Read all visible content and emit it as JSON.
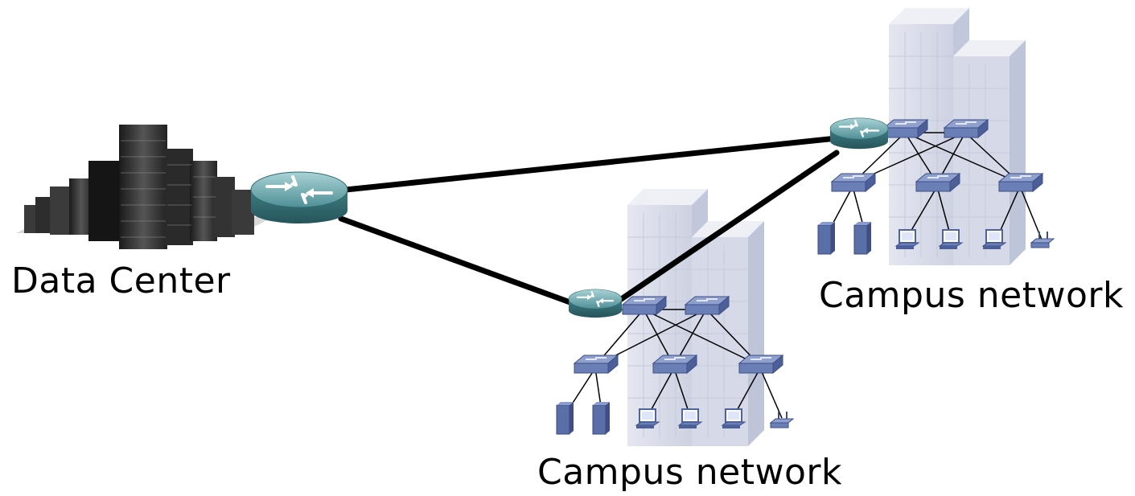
{
  "labels": {
    "data_center": "Data Center",
    "campus_1": "Campus network",
    "campus_2": "Campus network"
  },
  "colors": {
    "link": "#000000",
    "router": "#4f8f96",
    "switch": "#6a7fb5",
    "host": "#5a6ea8",
    "building": "#d2d7e6",
    "server_rack": "#2b2b2b"
  },
  "icons": [
    "data-center-icon",
    "router-icon",
    "switch-icon",
    "server-icon",
    "workstation-icon",
    "access-point-icon",
    "building-icon"
  ]
}
